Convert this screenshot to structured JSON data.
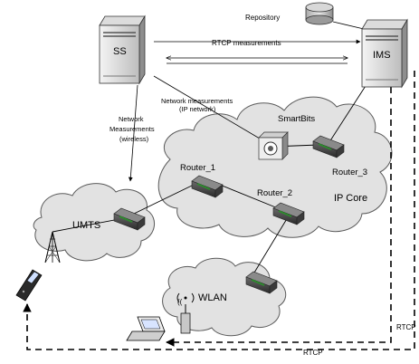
{
  "labels": {
    "repository": "Repository",
    "ss": "SS",
    "ims": "IMS",
    "rtcp_measurements": "RTCP measurements",
    "network_measurements_ip_1": "Network measurements",
    "network_measurements_ip_2": "(IP network)",
    "network_measurements_wireless_1": "Network",
    "network_measurements_wireless_2": "Measurements",
    "network_measurements_wireless_3": "(wireless)",
    "smartbits": "SmartBits",
    "router_1": "Router_1",
    "router_2": "Router_2",
    "router_3": "Router_3",
    "ip_core": "IP Core",
    "umts": "UMTS",
    "wlan": "WLAN",
    "rtcp_bottom": "RTCP",
    "rtcp_right": "RTCP"
  },
  "icons": {
    "server": "server-icon",
    "database": "database-icon",
    "router": "router-icon",
    "analyzer": "smartbits-analyzer-icon",
    "antenna": "cell-tower-icon",
    "phone": "mobile-phone-icon",
    "laptop": "laptop-icon",
    "access_point": "wireless-access-point-icon"
  },
  "colors": {
    "cloud_fill": "#e2e2e2",
    "cloud_stroke": "#5a5a5a",
    "router_accent": "#2e8b2e"
  }
}
